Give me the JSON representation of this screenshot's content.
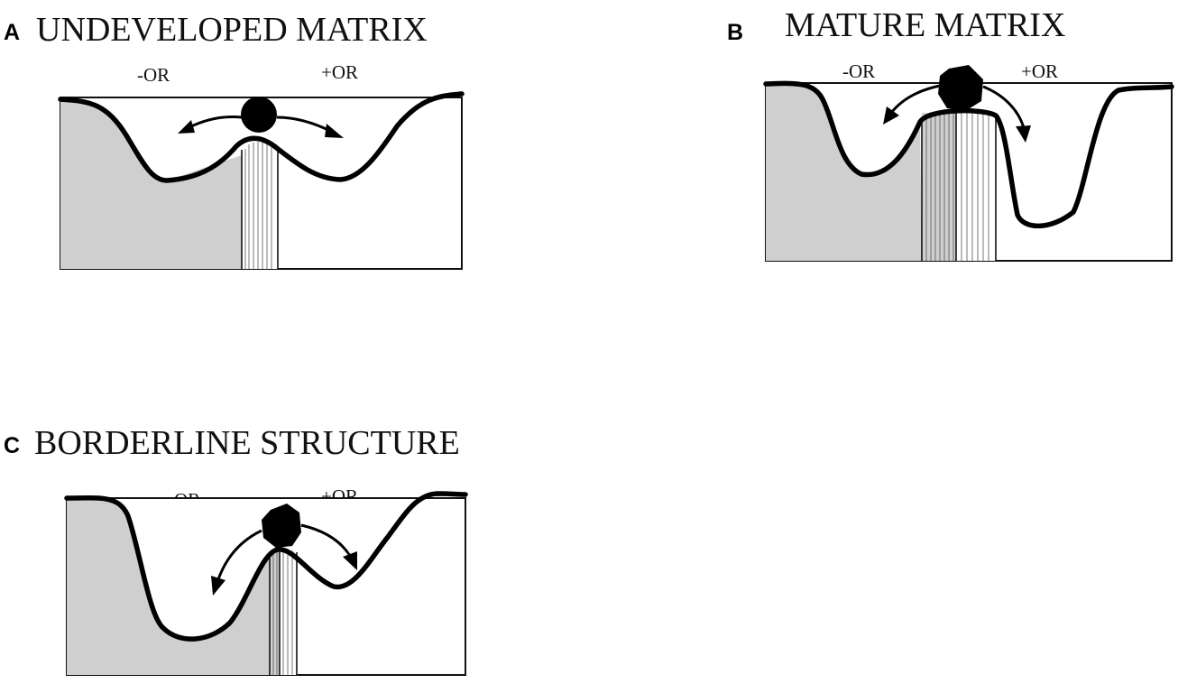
{
  "panels": [
    {
      "id": "a",
      "letter": "A",
      "title": "UNDEVELOPED MATRIX",
      "minus_label": "-OR",
      "plus_label": "+OR"
    },
    {
      "id": "b",
      "letter": "B",
      "title": "MATURE MATRIX",
      "minus_label": "-OR",
      "plus_label": "+OR"
    },
    {
      "id": "c",
      "letter": "C",
      "title": "BORDERLINE STRUCTURE",
      "minus_label": "-OR",
      "plus_label": "+OR"
    }
  ],
  "colors": {
    "negative_region": "#cfcfcf",
    "positive_region": "#ffffff",
    "outline": "#000000"
  }
}
